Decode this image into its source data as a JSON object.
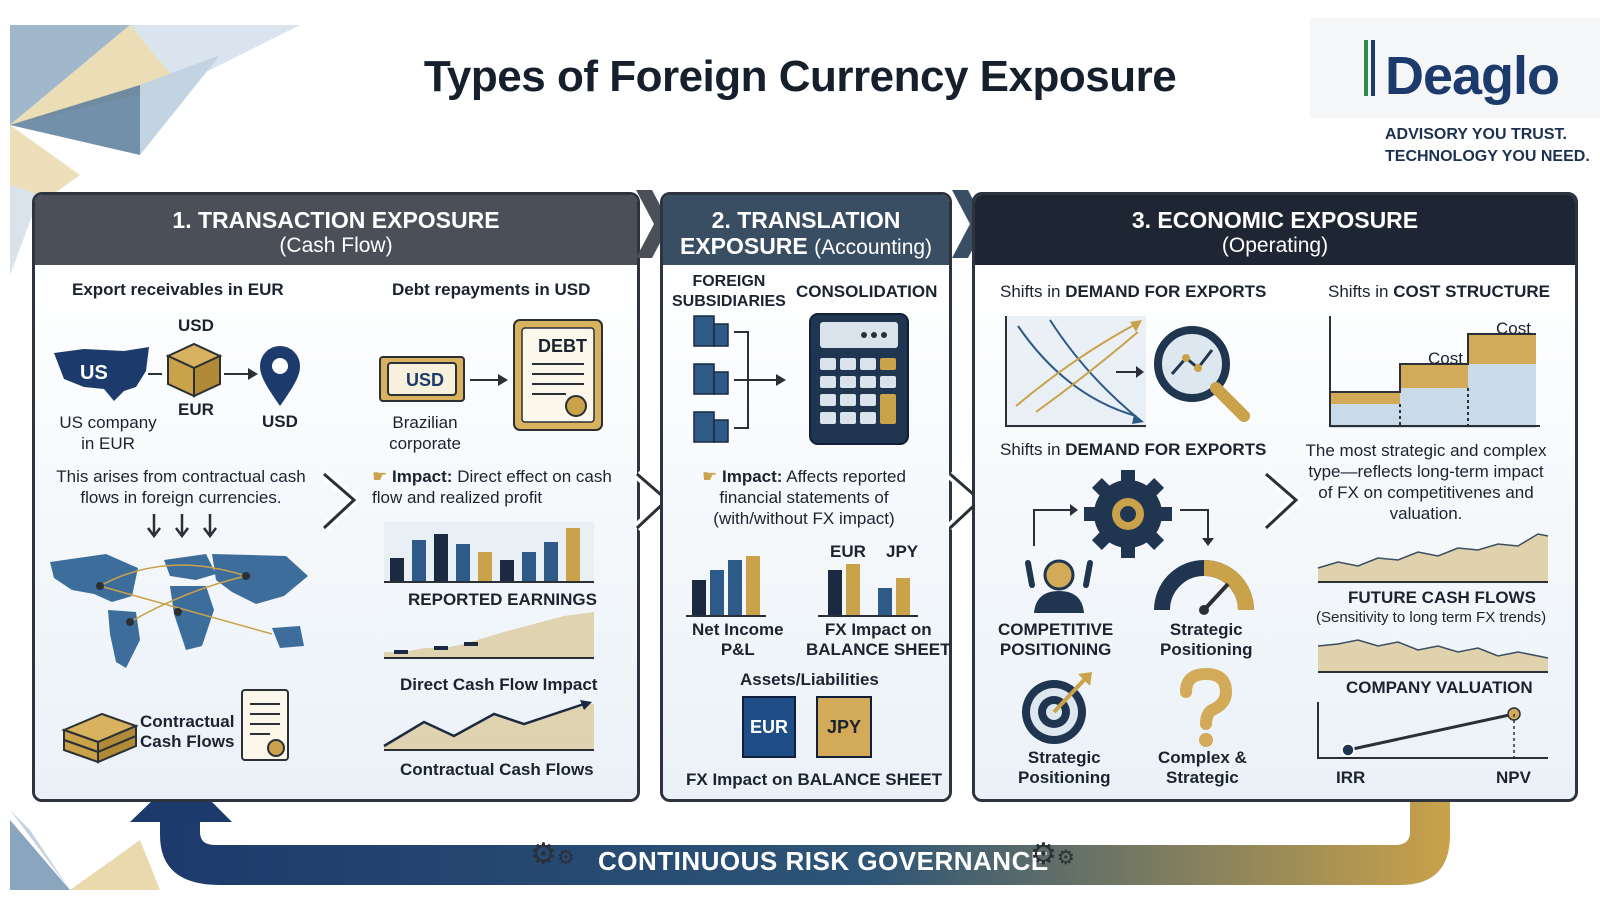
{
  "page": {
    "title": "Types of Foreign Currency Exposure"
  },
  "brand": {
    "name": "Deaglo",
    "tagline_1": "ADVISORY YOU TRUST.",
    "tagline_2": "TECHNOLOGY YOU NEED.",
    "colors": {
      "navy": "#1c3a6b",
      "green": "#2f8a4c",
      "gold": "#c9a24a",
      "dark": "#2d3440"
    }
  },
  "panel1": {
    "title": "1. TRANSACTION EXPOSURE",
    "subtitle": "(Cash Flow)",
    "left_heading": "Export receivables in EUR",
    "right_heading": "Debt repayments in USD",
    "map_us": "US",
    "usd_top": "USD",
    "eur_box": "EUR",
    "usd_pin": "USD",
    "us_company": "US company",
    "us_company_2": "in EUR",
    "bill_label": "USD",
    "brazilian": "Brazilian",
    "corporate": "corporate",
    "debt_label": "DEBT",
    "description": "This arises from contractual cash flows in foreign currencies.",
    "impact_label": "Impact:",
    "impact_text": "Direct effect on cash flow and realized profit",
    "chart_1": "REPORTED EARNINGS",
    "chart_2": "Direct Cash Flow Impact",
    "chart_3": "Contractual Cash Flows",
    "contractual_1": "Contractual",
    "contractual_2": "Cash Flows"
  },
  "panel2": {
    "title_1": "2. TRANSLATION",
    "title_2": "EXPOSURE",
    "subtitle": "(Accounting)",
    "foreign_1": "FOREIGN",
    "foreign_2": "SUBSIDIARIES",
    "consolidation": "CONSOLIDATION",
    "impact_label": "Impact:",
    "impact_text": "Affects reported financial statements of (with/without FX impact)",
    "net_income_1": "Net Income",
    "net_income_2": "P&L",
    "eur": "EUR",
    "jpy": "JPY",
    "fx_impact_1": "FX Impact on",
    "fx_impact_2": "BALANCE SHEET",
    "assets": "Assets/Liabilities",
    "box_eur": "EUR",
    "box_jpy": "JPY",
    "bottom_caption": "FX Impact on BALANCE SHEET"
  },
  "panel3": {
    "title": "3. ECONOMIC EXPOSURE",
    "subtitle": "(Operating)",
    "demand_prefix": "Shifts in",
    "demand_strong": "DEMAND FOR EXPORTS",
    "demand2_prefix": "Shifts in",
    "demand2_strong": "DEMAND FOR EXPORTS",
    "cost_prefix": "Shifts in",
    "cost_strong": "COST STRUCTURE",
    "cost_label_1": "Cost",
    "cost_label_2": "Cost",
    "description": "The most strategic and complex type—reflects long-term impact of FX on competitivenes and valuation.",
    "competitive_1": "COMPETITIVE",
    "competitive_2": "POSITIONING",
    "strategic_1": "Strategic",
    "strategic_2": "Positioning",
    "strategic_b1": "Strategic",
    "strategic_b2": "Positioning",
    "complex_1": "Complex &",
    "complex_2": "Strategic",
    "future_cf": "FUTURE CASH FLOWS",
    "future_cf_sub": "(Sensitivity to long term FX trends)",
    "valuation": "COMPANY VALUATION",
    "irr": "IRR",
    "npv": "NPV"
  },
  "footer": {
    "governance": "CONTINUOUS RISK GOVERNANCE"
  }
}
